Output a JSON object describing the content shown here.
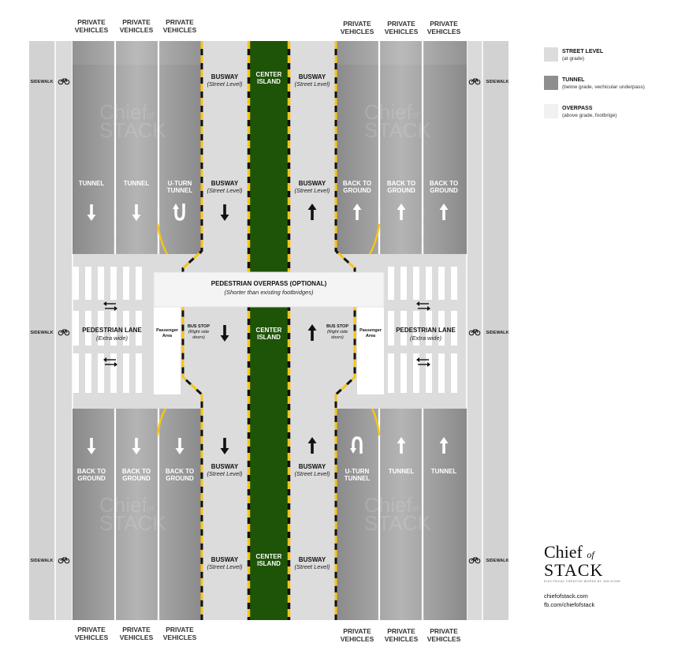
{
  "column_headers": {
    "top_left": [
      "PRIVATE\nVEHICLES",
      "PRIVATE\nVEHICLES",
      "PRIVATE\nVEHICLES"
    ],
    "top_right": [
      "PRIVATE\nVEHICLES",
      "PRIVATE\nVEHICLES",
      "PRIVATE\nVEHICLES"
    ],
    "bottom_left": [
      "PRIVATE\nVEHICLES",
      "PRIVATE\nVEHICLES",
      "PRIVATE\nVEHICLES"
    ],
    "bottom_right": [
      "PRIVATE\nVEHICLES",
      "PRIVATE\nVEHICLES",
      "PRIVATE\nVEHICLES"
    ]
  },
  "sidewalk_label": "SIDEWALK",
  "bike_icon": "bicycle-icon",
  "lanes": {
    "top_left": [
      "TUNNEL",
      "TUNNEL",
      "U-TURN\nTUNNEL"
    ],
    "top_right": [
      "BACK TO\nGROUND",
      "BACK TO\nGROUND",
      "BACK TO\nGROUND"
    ],
    "bottom_left": [
      "BACK TO\nGROUND",
      "BACK TO\nGROUND",
      "BACK TO\nGROUND"
    ],
    "bottom_right": [
      "U-TURN\nTUNNEL",
      "TUNNEL",
      "TUNNEL"
    ]
  },
  "busway": {
    "title": "BUSWAY",
    "sub": "(Street Level)"
  },
  "center_island": "CENTER\nISLAND",
  "overpass": {
    "title": "PEDESTRIAN OVERPASS (OPTIONAL)",
    "sub": "(Shorter than existing footbridges)"
  },
  "pedestrian_lane": {
    "title": "PEDESTRIAN LANE",
    "sub": "(Extra wide)"
  },
  "passenger_area": "Passenger\nArea",
  "bus_stop": {
    "title": "BUS STOP",
    "sub": "(Right side\ndoors)"
  },
  "watermark": {
    "line1": "Chief",
    "of": "of",
    "line2": "STACK"
  },
  "legend": [
    {
      "title": "STREET LEVEL",
      "desc": "(at grade)",
      "color": "#dcdcdc"
    },
    {
      "title": "TUNNEL",
      "desc": "(below grade, vechicular underpass)",
      "color": "#8e8e8e"
    },
    {
      "title": "OVERPASS",
      "desc": "(above grade, footbrige)",
      "color": "#f1f1f1"
    }
  ],
  "brand": {
    "name": "Chief",
    "of": "of",
    "stack": "STACK",
    "tagline": "ELECTRICAL CREATIVE WORKS BY JAN KIZAR",
    "links": [
      "chiefofstack.com",
      "fb.com/chiefofstack"
    ]
  },
  "colors": {
    "street": "#dcdcdc",
    "tunnel": "#8e8e8e",
    "overpass": "#f1f1f1",
    "island": "#1e5408",
    "curb_yellow": "#f5c518"
  }
}
